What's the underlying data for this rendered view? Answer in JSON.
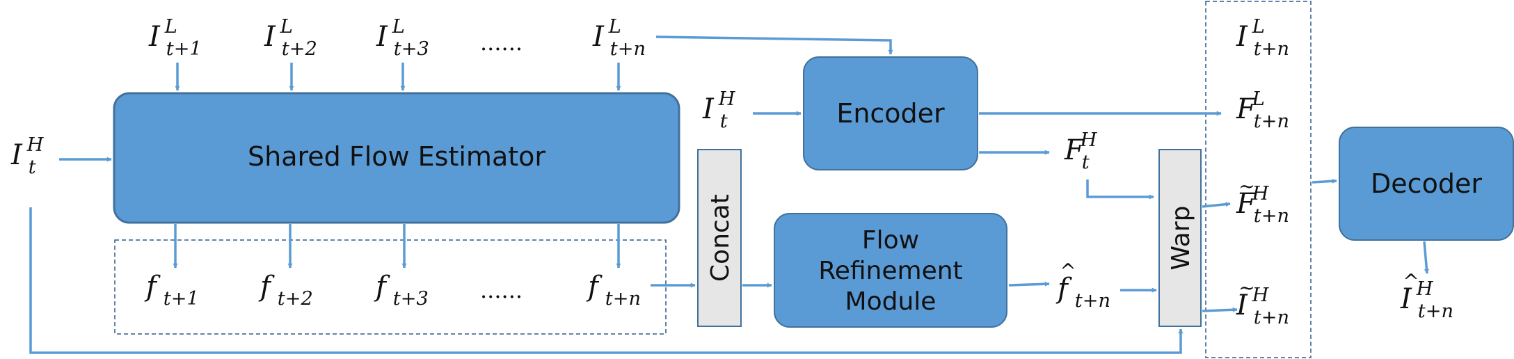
{
  "colors": {
    "arrow": "#5b9bd5",
    "box_fill": "#5b9bd5",
    "box_stroke": "#41719c",
    "bar_fill": "#e6e6e6",
    "bar_stroke": "#41719c",
    "dashed": "#2e5b8a"
  },
  "blocks": {
    "shared_flow_estimator": "Shared Flow Estimator",
    "encoder": "Encoder",
    "decoder": "Decoder",
    "flow_refinement_line1": "Flow",
    "flow_refinement_line2": "Refinement",
    "flow_refinement_line3": "Module",
    "concat": "Concat",
    "warp": "Warp"
  },
  "top_inputs": [
    {
      "base": "I",
      "sup": "L",
      "sub": "t+1"
    },
    {
      "base": "I",
      "sup": "L",
      "sub": "t+2"
    },
    {
      "base": "I",
      "sup": "L",
      "sub": "t+3"
    },
    {
      "ellipsis": "......"
    },
    {
      "base": "I",
      "sup": "L",
      "sub": "t+n"
    }
  ],
  "flows": [
    {
      "base": "f",
      "sub": "t+1"
    },
    {
      "base": "f",
      "sub": "t+2"
    },
    {
      "base": "f",
      "sub": "t+3"
    },
    {
      "ellipsis": "......"
    },
    {
      "base": "f",
      "sub": "t+n"
    }
  ],
  "left_input": {
    "base": "I",
    "sup": "H",
    "sub": "t"
  },
  "encoder_input": {
    "base": "I",
    "sup": "H",
    "sub": "t"
  },
  "encoder_feature": {
    "base": "F",
    "sup": "H",
    "sub": "t"
  },
  "refined_flow": {
    "base": "f",
    "accent": "^",
    "sub": "t+n"
  },
  "column": [
    {
      "base": "I",
      "sup": "L",
      "sub": "t+n"
    },
    {
      "base": "F",
      "sup": "L",
      "sub": "t+n"
    },
    {
      "base": "F",
      "accent": "~",
      "sup": "H",
      "sub": "t+n"
    },
    {
      "base": "I",
      "accent": "~",
      "sup": "H",
      "sub": "t+n"
    }
  ],
  "output": {
    "base": "I",
    "accent": "^",
    "sup": "H",
    "sub": "t+n"
  }
}
